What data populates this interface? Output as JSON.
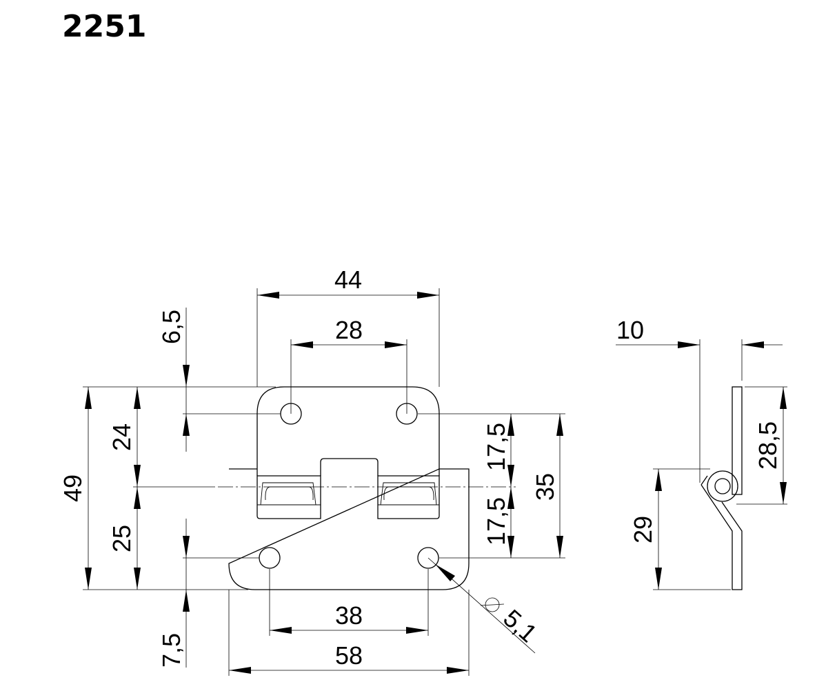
{
  "title": "2251",
  "front_view": {
    "dims": {
      "top_width": "44",
      "top_hole_spacing": "28",
      "top_edge_to_hole": "6,5",
      "top_leaf_height": "24",
      "total_height": "49",
      "bottom_leaf_height": "25",
      "bottom_edge_to_hole": "7,5",
      "bottom_hole_spacing": "38",
      "bottom_width": "58",
      "upper_hole_to_axis": "17,5",
      "lower_hole_to_axis": "17,5",
      "hole_to_hole_vertical": "35",
      "hole_diameter": "5,1"
    }
  },
  "side_view": {
    "dims": {
      "offset": "10",
      "upper_height": "28,5",
      "lower_height": "29"
    }
  }
}
